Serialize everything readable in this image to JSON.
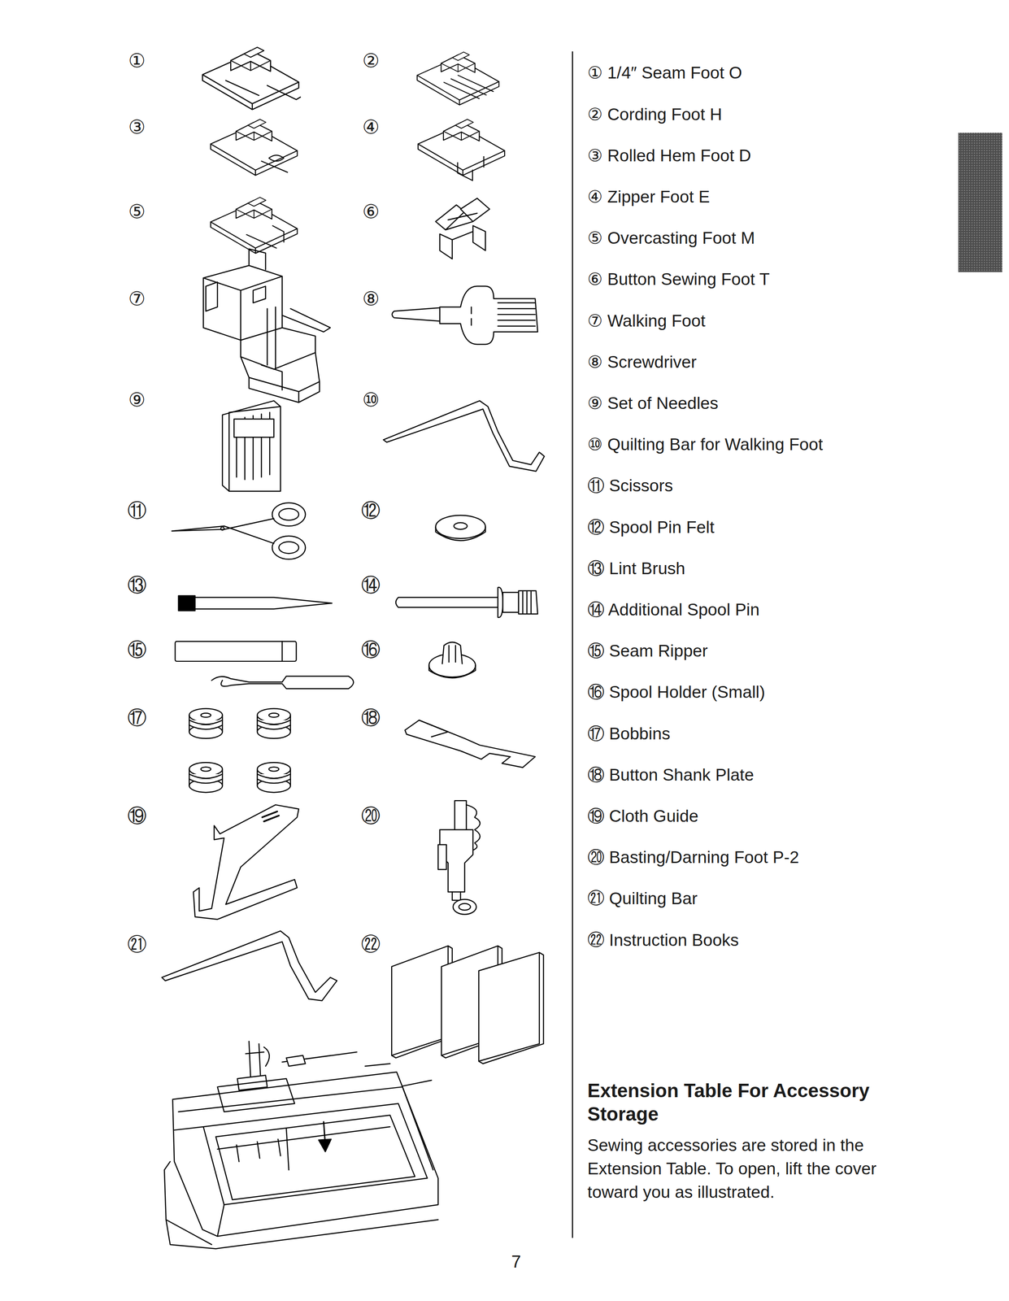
{
  "diagram": {
    "title": "Extension Table For Accessory Storage",
    "labels": [
      "①",
      "②",
      "③",
      "④",
      "⑤",
      "⑥",
      "⑦",
      "⑧",
      "⑨",
      "⑩",
      "⑪",
      "⑫",
      "⑬",
      "⑭",
      "⑮",
      "⑯",
      "⑰",
      "⑱",
      "⑲",
      "⑳",
      "㉑",
      "㉒",
      "① 1/4″ Seam Foot O",
      "② Cording Foot H",
      "③ Rolled Hem Foot D",
      "④ Zipper Foot E",
      "⑤ Overcasting Foot M",
      "⑥ Button Sewing Foot T",
      "⑦ Walking Foot",
      "⑧ Screwdriver",
      "⑨ Set of Needles",
      "⑩ Quilting Bar for Walking Foot",
      "⑪ Scissors",
      "⑫ Spool Pin Felt",
      "⑬ Lint Brush",
      "⑭ Additional Spool Pin",
      "⑮ Seam Ripper",
      "⑯ Spool Holder (Small)",
      "⑰ Bobbins",
      "⑱ Button Shank Plate",
      "⑲ Cloth Guide",
      "⑳ Basting/Darning Foot P-2",
      "㉑ Quilting Bar",
      "㉒ Instruction Books",
      "Sewing accessories are stored in the Extension Table. To open, lift the cover toward you as illustrated.",
      "7"
    ]
  }
}
